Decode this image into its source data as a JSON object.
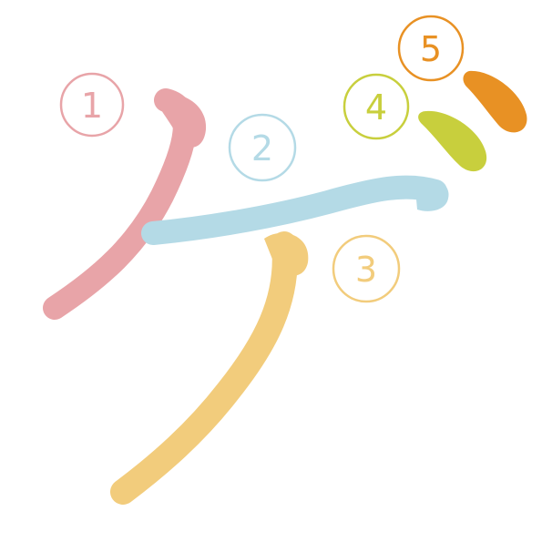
{
  "diagram": {
    "strokes": [
      {
        "number": "1",
        "color": "#e8a4a8"
      },
      {
        "number": "2",
        "color": "#b4dae6"
      },
      {
        "number": "3",
        "color": "#f2cc7c"
      },
      {
        "number": "4",
        "color": "#c8cf3d"
      },
      {
        "number": "5",
        "color": "#e89124"
      }
    ]
  }
}
